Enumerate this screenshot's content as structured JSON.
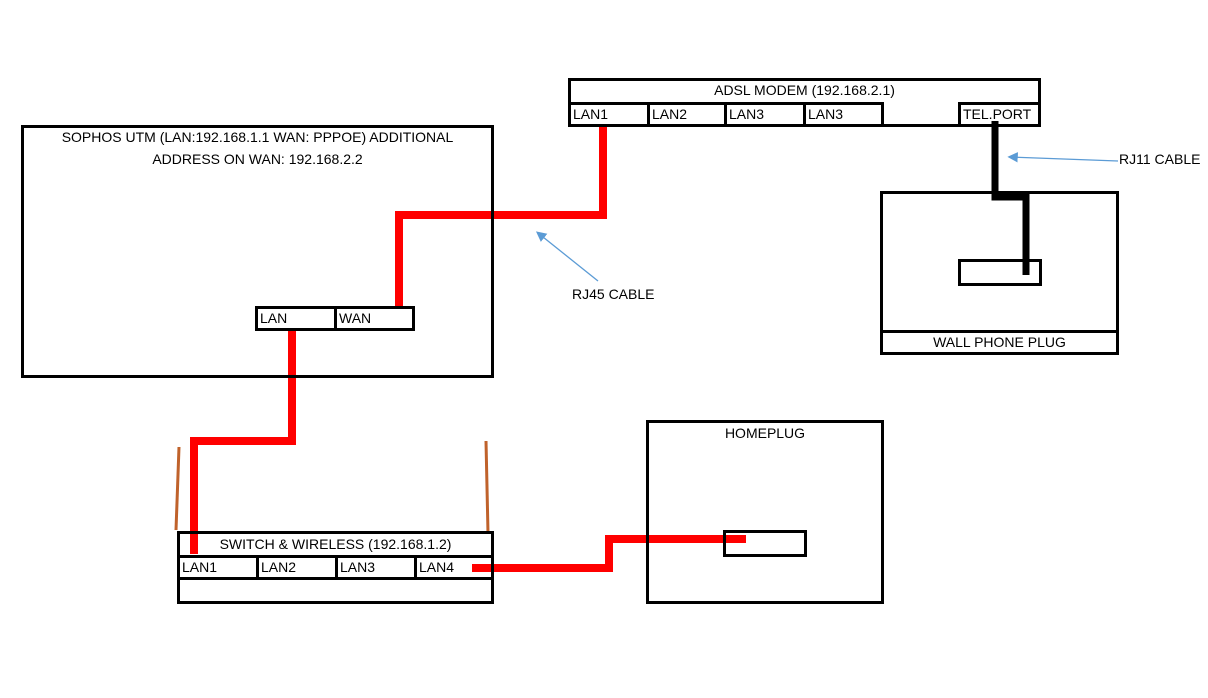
{
  "sophos": {
    "title_line1": "SOPHOS UTM (LAN:192.168.1.1 WAN: PPPOE)  ADDITIONAL",
    "title_line2": "ADDRESS ON WAN: 192.168.2.2",
    "port_lan": "LAN",
    "port_wan": "WAN"
  },
  "modem": {
    "title": "ADSL MODEM (192.168.2.1)",
    "ports": [
      "LAN1",
      "LAN2",
      "LAN3",
      "LAN3"
    ],
    "tel_port": "TEL.PORT"
  },
  "wall_plug": {
    "label": "WALL PHONE PLUG"
  },
  "switch": {
    "title": "SWITCH & WIRELESS (192.168.1.2)",
    "ports": [
      "LAN1",
      "LAN2",
      "LAN3",
      "LAN4"
    ]
  },
  "homeplug": {
    "title": "HOMEPLUG"
  },
  "annotations": {
    "rj45": "RJ45 CABLE",
    "rj11": "RJ11 CABLE"
  },
  "colors": {
    "ethernet_cable": "#ff0000",
    "phone_cable": "#000000",
    "antenna": "#c0622b",
    "arrow": "#5b9bd5"
  }
}
